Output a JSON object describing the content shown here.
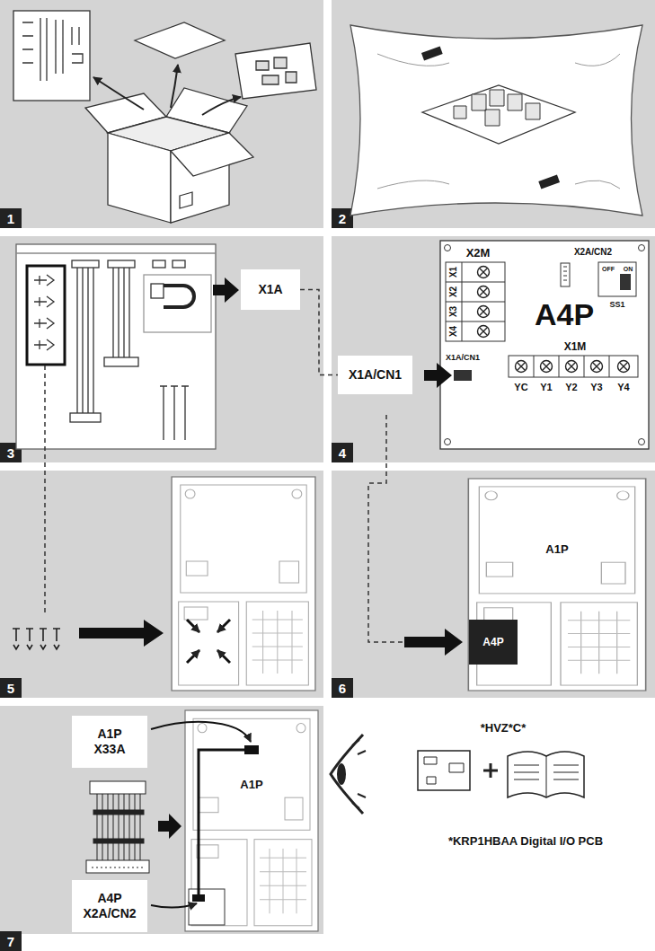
{
  "diagram": {
    "nodes": [
      {
        "text": [
          "X1A"
        ]
      },
      {
        "text": [
          "X1A/CN1"
        ]
      },
      {
        "text": [
          "A1P",
          "X33A"
        ]
      },
      {
        "text": [
          "A4P",
          "X2A/CN2"
        ]
      }
    ],
    "edges": [
      {
        "from": 0,
        "to": 1,
        "arrow": "none"
      }
    ],
    "labels": [
      "1",
      "2",
      "3",
      "4",
      "5",
      "6",
      "7",
      "X2M",
      "X1",
      "X2",
      "X3",
      "X4",
      "X2A/CN2",
      "OFF",
      "ON",
      "SS1",
      "A4P",
      "X1A/CN1",
      "X1M",
      "YC",
      "Y1",
      "Y2",
      "Y3",
      "Y4",
      "A1P",
      "A4P",
      "A1P",
      "*HVZ*C*",
      "*KRP1HBAA Digital I/O PCB"
    ]
  }
}
